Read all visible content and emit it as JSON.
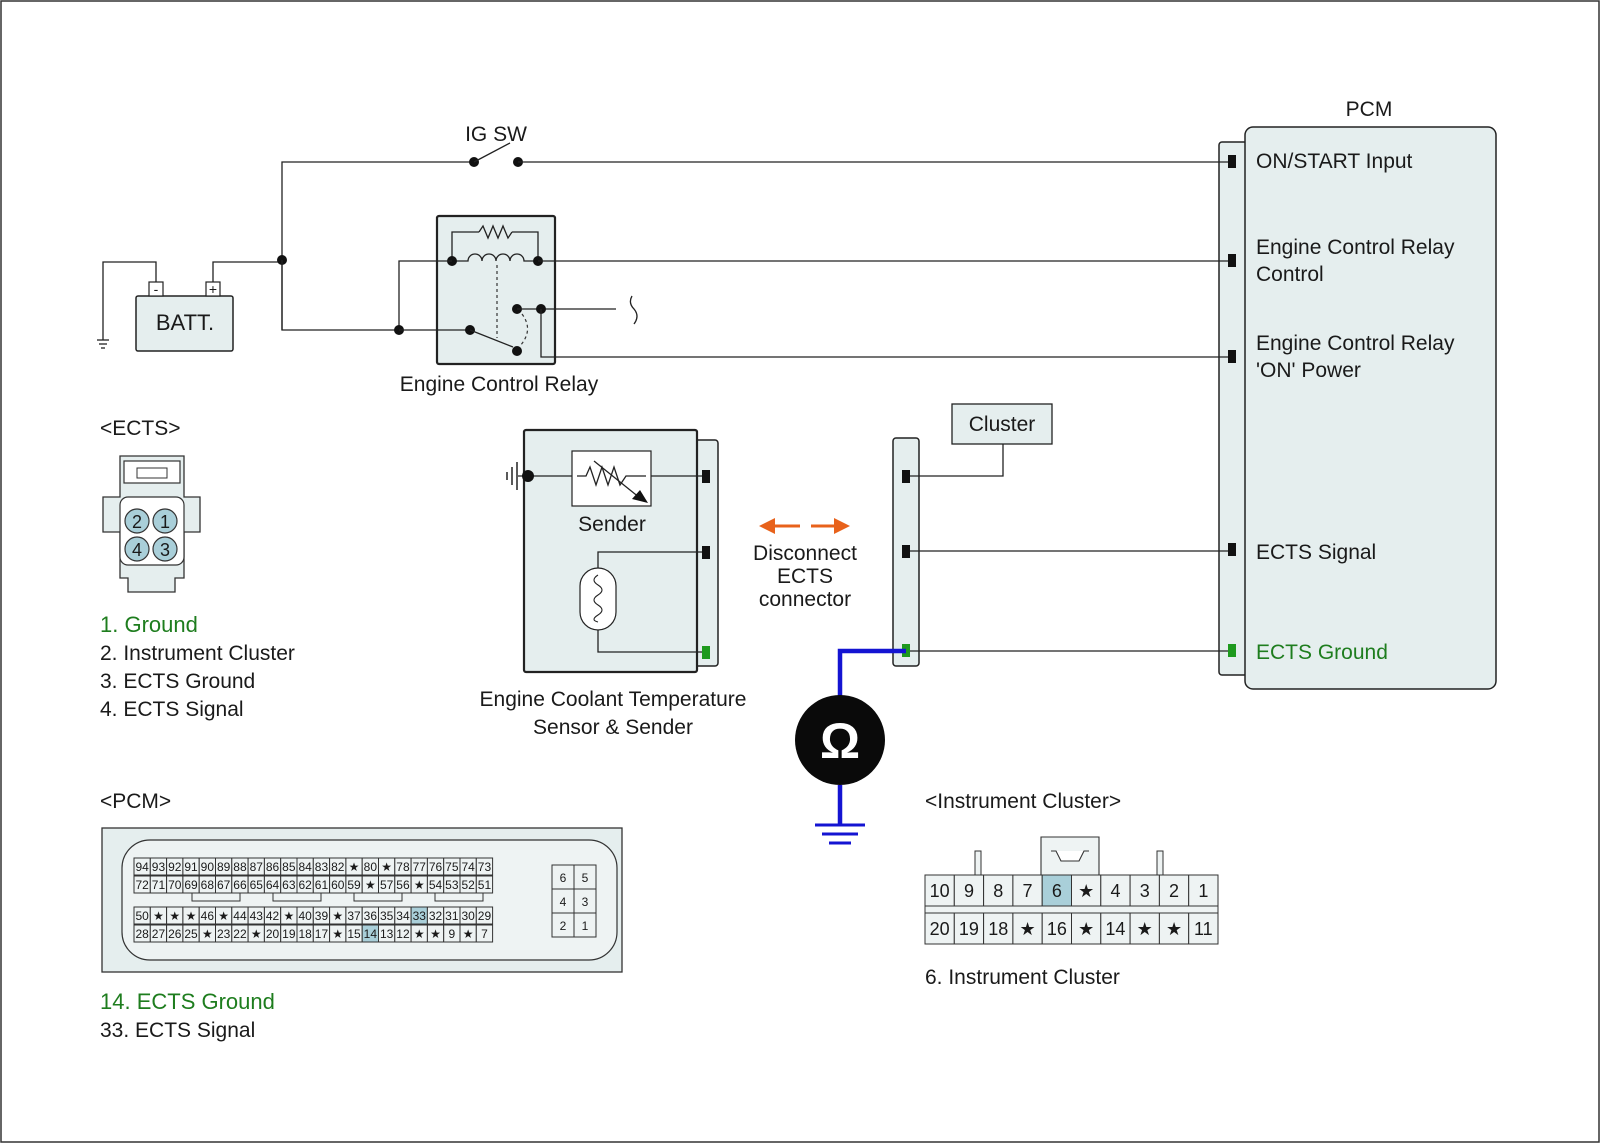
{
  "labels": {
    "pcm_title": "PCM",
    "ig_sw": "IG SW",
    "batt": "BATT.",
    "batt_minus": "-",
    "batt_plus": "+",
    "engine_control_relay": "Engine Control Relay",
    "cluster_box": "Cluster",
    "sender": "Sender",
    "disconnect_1": "Disconnect",
    "disconnect_2": "ECTS",
    "disconnect_3": "connector",
    "sensor_1": "Engine Coolant Temperature",
    "sensor_2": "Sensor & Sender",
    "ohm": "Ω"
  },
  "pcm_pins": [
    {
      "line1": "ON/START Input",
      "line2": "",
      "color": "#1a1a1a"
    },
    {
      "line1": "Engine Control Relay",
      "line2": "Control",
      "color": "#1a1a1a"
    },
    {
      "line1": "Engine Control Relay",
      "line2": "'ON' Power",
      "color": "#1a1a1a"
    },
    {
      "line1": "ECTS Signal",
      "line2": "",
      "color": "#1a1a1a"
    },
    {
      "line1": "ECTS Ground",
      "line2": "",
      "color": "#1e7d1e"
    }
  ],
  "ects_legend": {
    "title": "<ECTS>",
    "connector_pins": [
      "2",
      "1",
      "4",
      "3"
    ],
    "items": [
      {
        "text": "1. Ground",
        "color": "#1e7d1e"
      },
      {
        "text": "2. Instrument Cluster",
        "color": "#1a1a1a"
      },
      {
        "text": "3. ECTS Ground",
        "color": "#1a1a1a"
      },
      {
        "text": "4. ECTS Signal",
        "color": "#1a1a1a"
      }
    ]
  },
  "pcm_legend": {
    "title": "<PCM>",
    "rows": [
      [
        "94",
        "93",
        "92",
        "91",
        "90",
        "89",
        "88",
        "87",
        "86",
        "85",
        "84",
        "83",
        "82",
        "★",
        "80",
        "★",
        "78",
        "77",
        "76",
        "75",
        "74",
        "73"
      ],
      [
        "72",
        "71",
        "70",
        "69",
        "68",
        "67",
        "66",
        "65",
        "64",
        "63",
        "62",
        "61",
        "60",
        "59",
        "★",
        "57",
        "56",
        "★",
        "54",
        "53",
        "52",
        "51"
      ],
      [
        "50",
        "★",
        "★",
        "★",
        "46",
        "★",
        "44",
        "43",
        "42",
        "★",
        "40",
        "39",
        "★",
        "37",
        "36",
        "35",
        "34",
        "33",
        "32",
        "31",
        "30",
        "29"
      ],
      [
        "28",
        "27",
        "26",
        "25",
        "★",
        "23",
        "22",
        "★",
        "20",
        "19",
        "18",
        "17",
        "★",
        "15",
        "14",
        "13",
        "12",
        "★",
        "★",
        "9",
        "★",
        "7"
      ]
    ],
    "highlight": [
      "33",
      "14"
    ],
    "side_pins": [
      [
        "6",
        "5"
      ],
      [
        "4",
        "3"
      ],
      [
        "2",
        "1"
      ]
    ],
    "items": [
      {
        "text": "14. ECTS Ground",
        "color": "#1e7d1e"
      },
      {
        "text": "33. ECTS Signal",
        "color": "#1a1a1a"
      }
    ]
  },
  "cluster_legend": {
    "title": "<Instrument Cluster>",
    "rows": [
      [
        "10",
        "9",
        "8",
        "7",
        "6",
        "★",
        "4",
        "3",
        "2",
        "1"
      ],
      [
        "20",
        "19",
        "18",
        "★",
        "16",
        "★",
        "14",
        "★",
        "★",
        "11"
      ]
    ],
    "highlight": [
      "6"
    ],
    "items": [
      {
        "text": "6. Instrument Cluster",
        "color": "#1a1a1a"
      }
    ]
  },
  "colors": {
    "highlight": "#a9cfd9",
    "green": "#1e7d1e",
    "orange": "#e8621b",
    "blue": "#1414d2",
    "panel": "#e5eeee"
  }
}
